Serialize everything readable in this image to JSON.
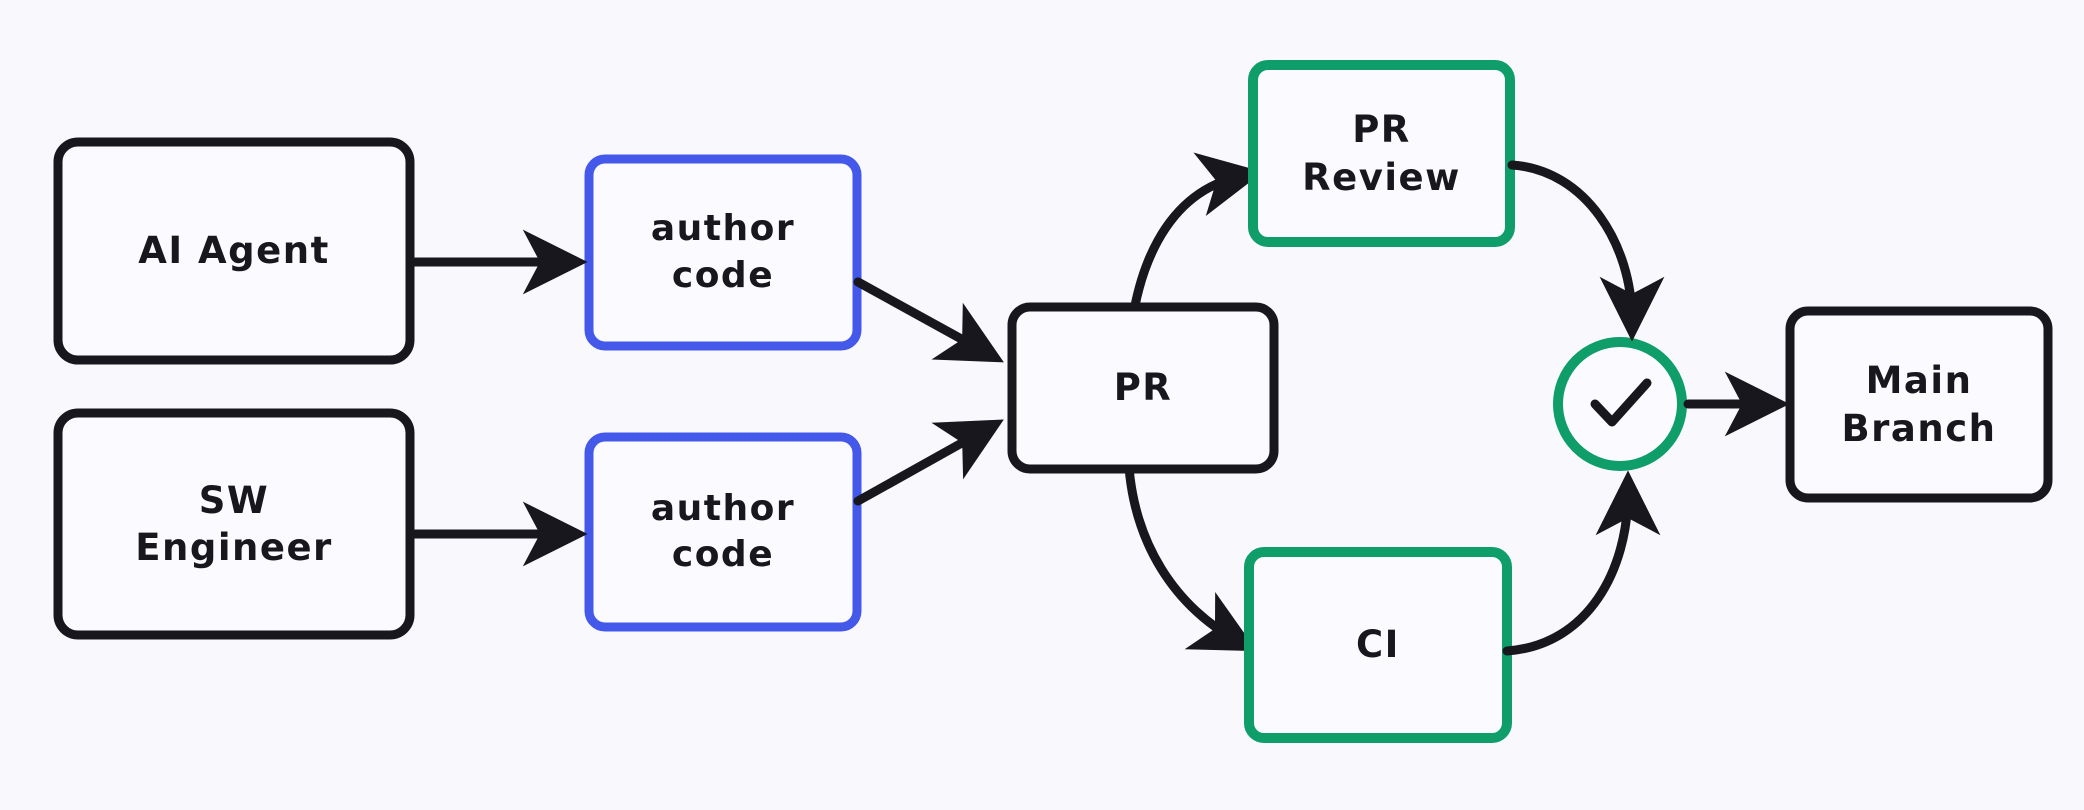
{
  "diagram": {
    "title": "AI Agent and SW Engineer code authoring to main branch flow",
    "background_color": "#f8f8fd",
    "colors": {
      "ink": "#17171d",
      "blue": "#4458e9",
      "green": "#0f9d6a",
      "surface": "#fafaff"
    },
    "nodes": [
      {
        "id": "ai-agent",
        "label_lines": [
          "AI Agent"
        ],
        "stroke": "#17171d",
        "shape": "rounded-rect"
      },
      {
        "id": "sw-engineer",
        "label_lines": [
          "SW",
          "Engineer"
        ],
        "stroke": "#17171d",
        "shape": "rounded-rect"
      },
      {
        "id": "author-code-1",
        "label_lines": [
          "author",
          "code"
        ],
        "stroke": "#4458e9",
        "shape": "rounded-rect"
      },
      {
        "id": "author-code-2",
        "label_lines": [
          "author",
          "code"
        ],
        "stroke": "#4458e9",
        "shape": "rounded-rect"
      },
      {
        "id": "pr",
        "label_lines": [
          "PR"
        ],
        "stroke": "#17171d",
        "shape": "rounded-rect"
      },
      {
        "id": "pr-review",
        "label_lines": [
          "PR",
          "Review"
        ],
        "stroke": "#0f9d6a",
        "shape": "rounded-rect"
      },
      {
        "id": "ci",
        "label_lines": [
          "CI"
        ],
        "stroke": "#0f9d6a",
        "shape": "rounded-rect"
      },
      {
        "id": "check-gate",
        "label_lines": [],
        "stroke": "#0f9d6a",
        "shape": "circle",
        "icon": "check-icon"
      },
      {
        "id": "main-branch",
        "label_lines": [
          "Main",
          "Branch"
        ],
        "stroke": "#17171d",
        "shape": "rounded-rect"
      }
    ],
    "edges": [
      {
        "from": "ai-agent",
        "to": "author-code-1",
        "style": "straight"
      },
      {
        "from": "sw-engineer",
        "to": "author-code-2",
        "style": "straight"
      },
      {
        "from": "author-code-1",
        "to": "pr",
        "style": "diagonal"
      },
      {
        "from": "author-code-2",
        "to": "pr",
        "style": "diagonal"
      },
      {
        "from": "pr",
        "to": "pr-review",
        "style": "curve"
      },
      {
        "from": "pr",
        "to": "ci",
        "style": "curve"
      },
      {
        "from": "pr-review",
        "to": "check-gate",
        "style": "curve"
      },
      {
        "from": "ci",
        "to": "check-gate",
        "style": "curve"
      },
      {
        "from": "check-gate",
        "to": "main-branch",
        "style": "straight"
      }
    ],
    "text": {
      "ai_agent": "AI Agent",
      "sw_line1": "SW",
      "sw_line2": "Engineer",
      "author_1_line1": "author",
      "author_1_line2": "code",
      "author_2_line1": "author",
      "author_2_line2": "code",
      "pr": "PR",
      "pr_review_line1": "PR",
      "pr_review_line2": "Review",
      "ci": "CI",
      "main_line1": "Main",
      "main_line2": "Branch",
      "check_glyph": "✓"
    }
  }
}
